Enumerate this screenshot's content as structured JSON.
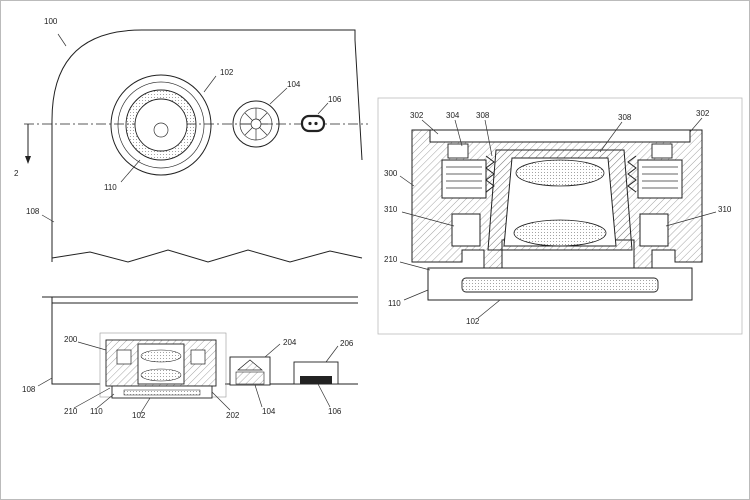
{
  "figure": {
    "title": "",
    "colors": {
      "line": "#222222",
      "hatch": "#555555",
      "frame": "#bbbbbb",
      "background": "#ffffff"
    },
    "phone_view": {
      "labels": {
        "device": "100",
        "section_marker": "2",
        "housing": "108",
        "camera": "102",
        "lens_ring": "110",
        "flash": "104",
        "sensor": "106"
      }
    },
    "section_view": {
      "labels": {
        "assembly": "200",
        "module_a": "204",
        "module_b": "206",
        "housing": "108",
        "seal": "210",
        "ring": "110",
        "window": "102",
        "bracket": "202",
        "flash": "104",
        "sensor": "106"
      }
    },
    "detail_view": {
      "labels": {
        "clip_left": "302",
        "spring_left": "304",
        "spring_right": "308",
        "lens_top": "308",
        "clip_right": "302",
        "body": "300",
        "holder_left": "310",
        "holder_right": "310",
        "seal": "210",
        "ring": "110",
        "window": "102"
      }
    }
  }
}
